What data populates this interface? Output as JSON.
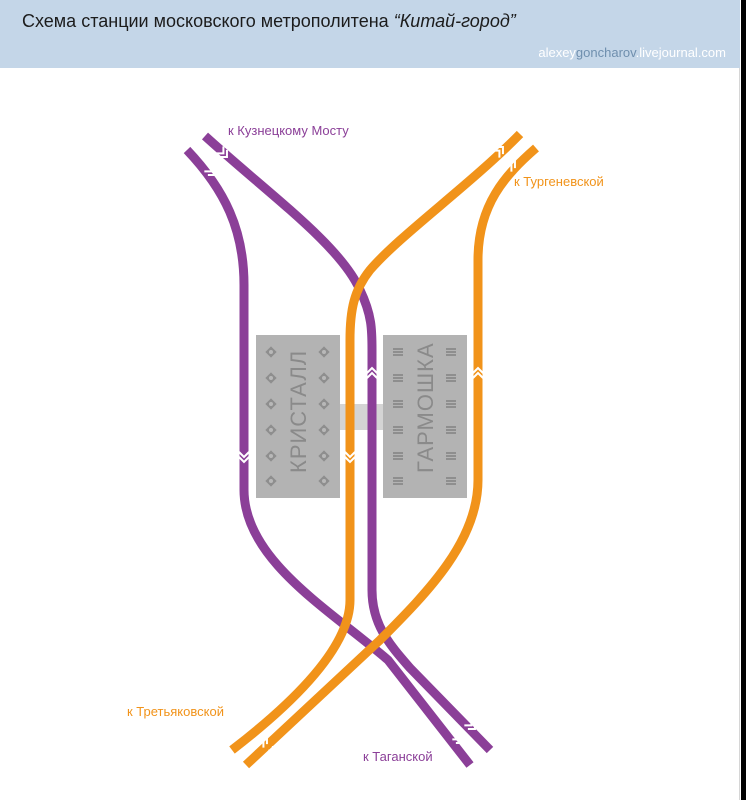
{
  "header": {
    "title_main": "Схема станции московского метрополитена ",
    "title_station": "“Китай-город”",
    "credit_a": "alexey",
    "credit_b": "goncharov",
    "credit_c": ".livejournal.com"
  },
  "halls": {
    "left": "КРИСТАЛЛ",
    "right": "ГАРМОШКА"
  },
  "labels": {
    "kuznetsky": "к Кузнецкому Мосту",
    "turgenevskaya": "к Тургеневской",
    "tretyakovskaya": "к Третьяковской",
    "taganskaya": "к Таганской"
  },
  "colors": {
    "violet_line": "#8b3f98",
    "orange_line": "#f1931a",
    "header_bg": "#c4d6e8",
    "hall_fill": "#b3b3b3"
  }
}
